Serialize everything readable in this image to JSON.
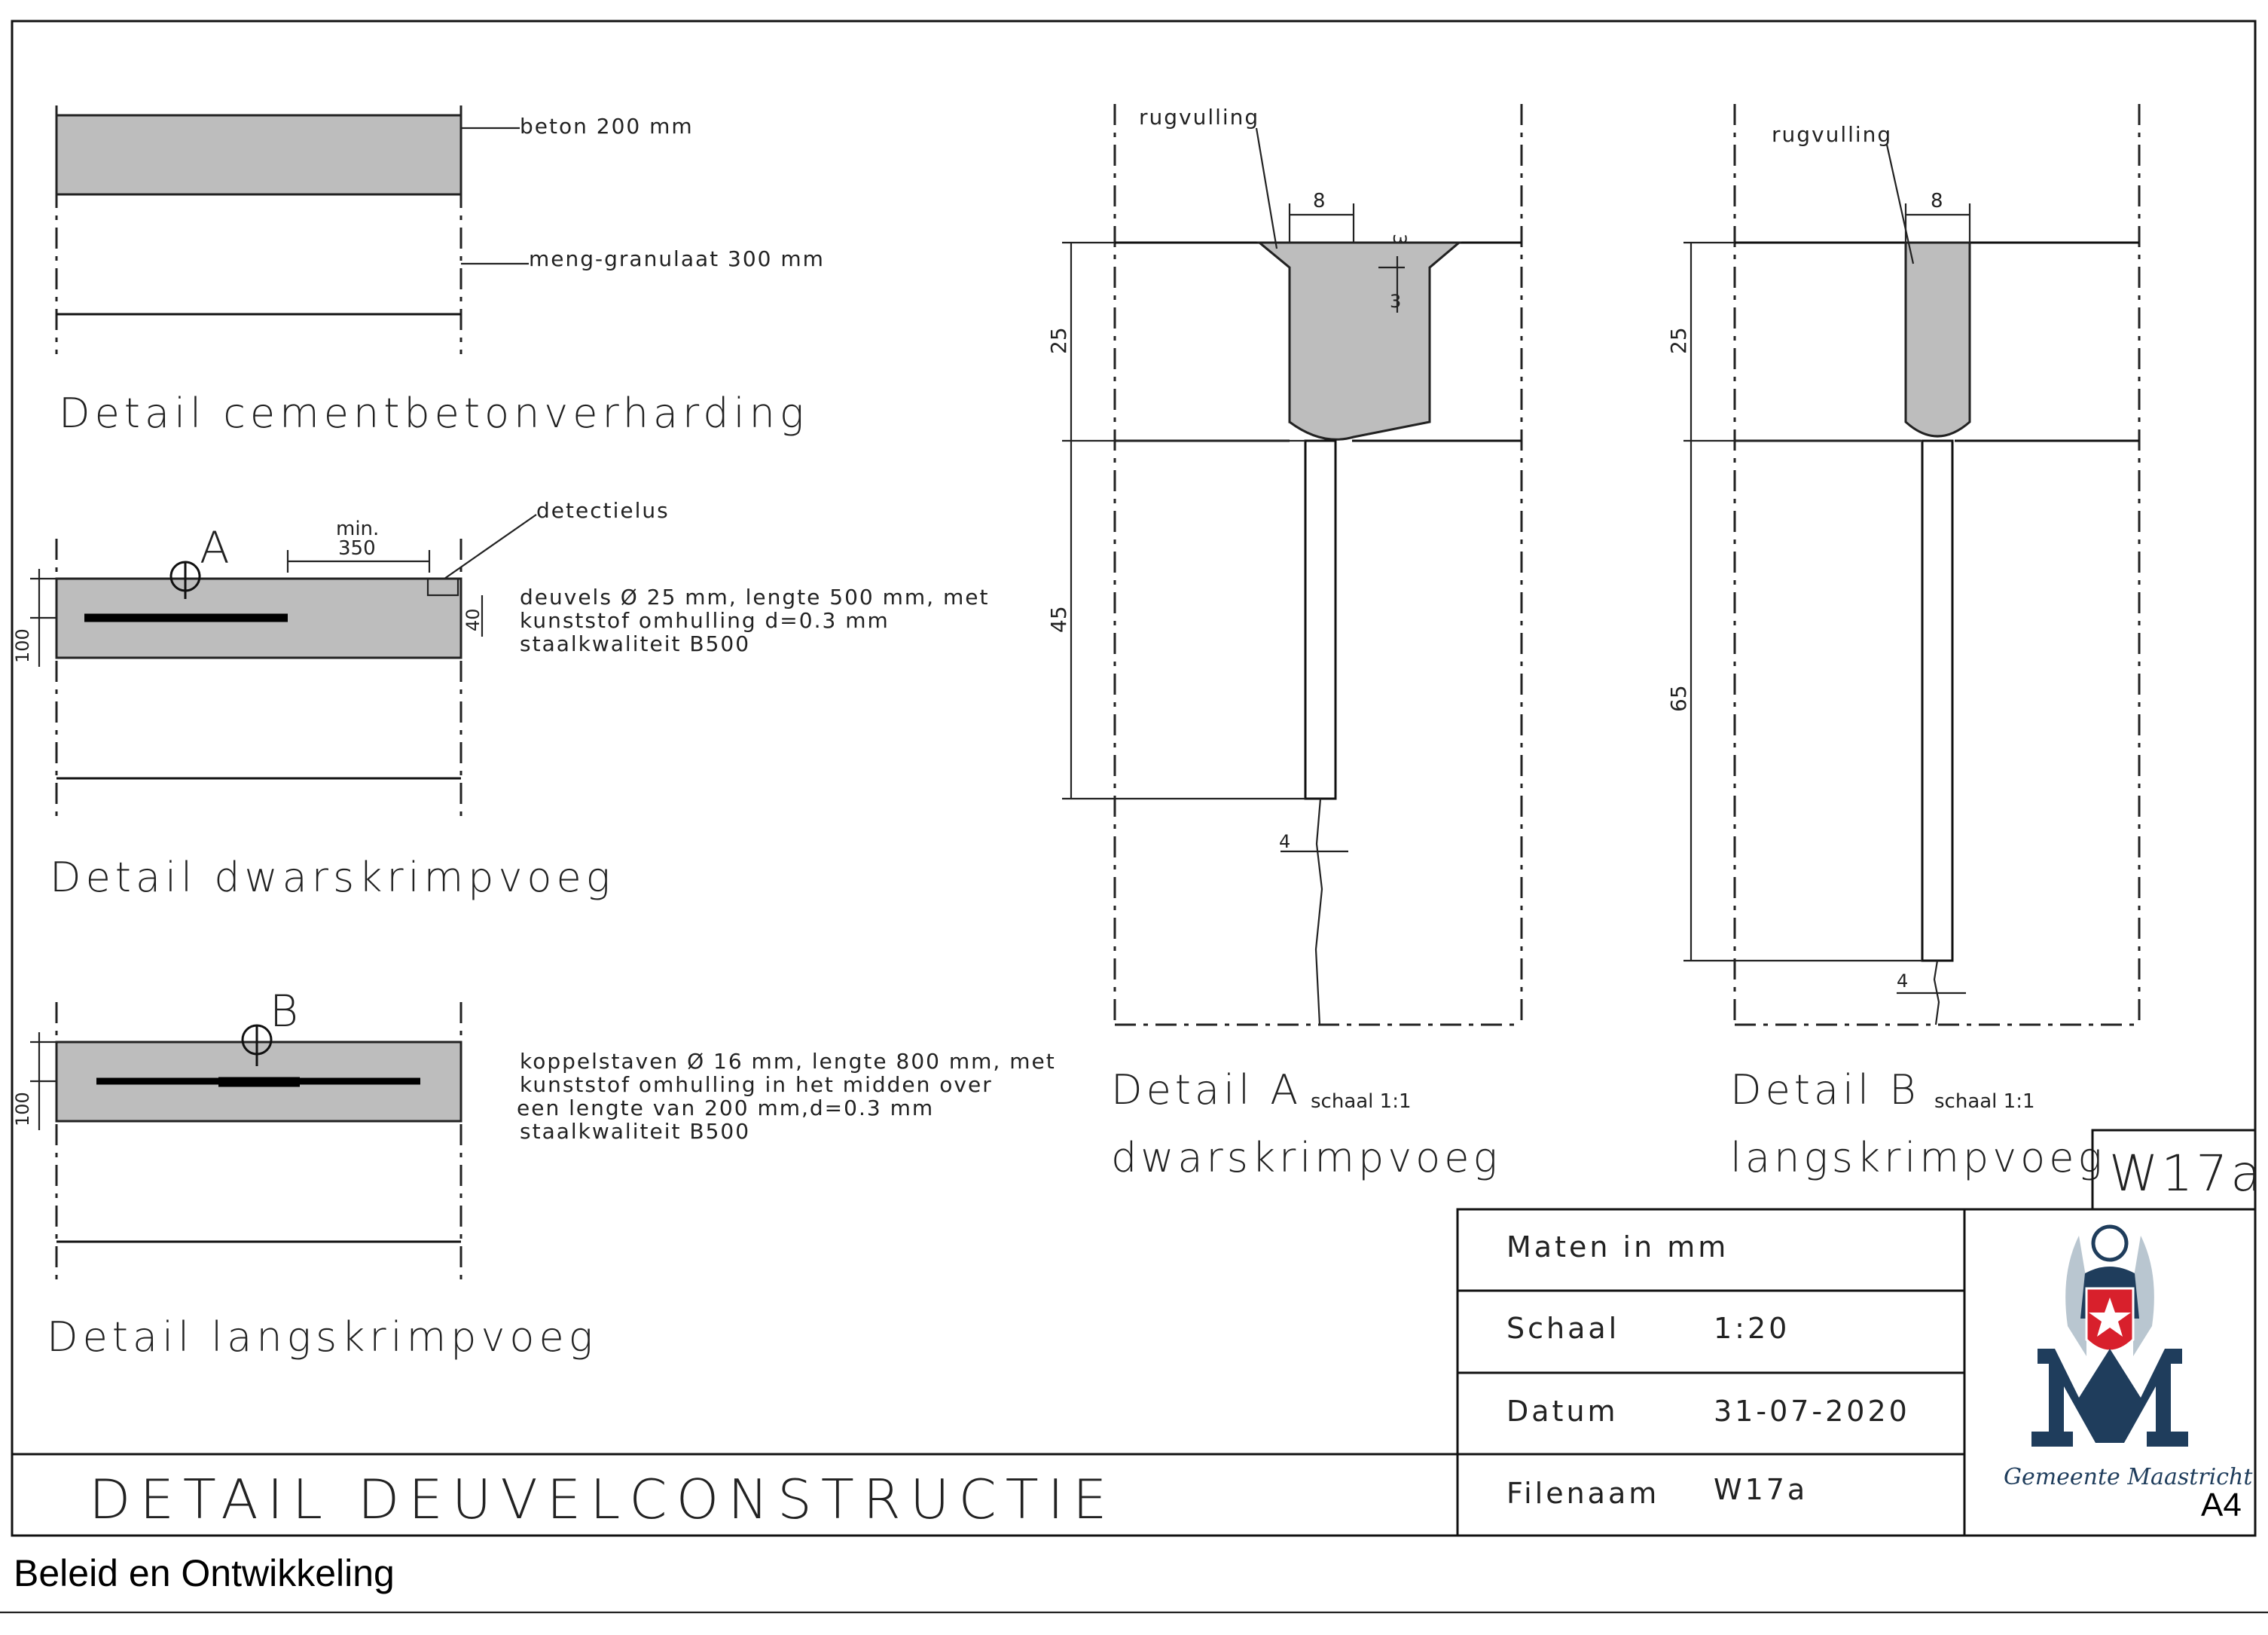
{
  "colors": {
    "fill": "#bdbdbd",
    "line": "#222222",
    "logo_blue": "#1f3d5c",
    "logo_red": "#d8202c"
  },
  "detail1": {
    "label_top": "beton 200 mm",
    "label_bottom": "meng-granulaat 300 mm",
    "title": "Detail cementbetonverharding"
  },
  "detail2": {
    "marker": "A",
    "dim_top_1": "min.",
    "dim_top_2": "350",
    "callout": "detectielus",
    "desc_1": "deuvels Ø 25 mm, lengte 500 mm, met",
    "desc_2": "kunststof omhulling d=0.3 mm",
    "desc_3": "staalkwaliteit B500",
    "dim_left": "100",
    "dim_right": "40",
    "title": "Detail dwarskrimpvoeg"
  },
  "detail3": {
    "marker": "B",
    "desc_1": "koppelstaven Ø 16 mm, lengte 800 mm, met",
    "desc_2": "kunststof omhulling in het midden over",
    "desc_3": "een lengte van 200 mm,d=0.3 mm",
    "desc_4": "staalkwaliteit B500",
    "dim_left": "100",
    "title": "Detail langskrimpvoeg"
  },
  "detailA": {
    "label": "rugvulling",
    "dim_w": "8",
    "dim_3a": "3",
    "dim_3b": "3",
    "dim_25": "25",
    "dim_45": "45",
    "dim_4": "4",
    "title": "Detail A",
    "scale": "schaal 1:1",
    "subtitle": "dwarskrimpvoeg"
  },
  "detailB": {
    "label": "rugvulling",
    "dim_w": "8",
    "dim_25": "25",
    "dim_65": "65",
    "dim_4": "4",
    "title": "Detail B",
    "scale": "schaal 1:1",
    "subtitle": "langskrimpvoeg"
  },
  "titleblock": {
    "code": "W17a",
    "maten": "Maten in mm",
    "schaal_label": "Schaal",
    "schaal_value": "1:20",
    "datum_label": "Datum",
    "datum_value": "31-07-2020",
    "filenaam_label": "Filenaam",
    "filenaam_value": "W17a",
    "main_title": "DETAIL DEUVELCONSTRUCTIE",
    "org": "Gemeente Maastricht",
    "paper": "A4"
  },
  "footer": {
    "department": "Beleid en Ontwikkeling"
  }
}
